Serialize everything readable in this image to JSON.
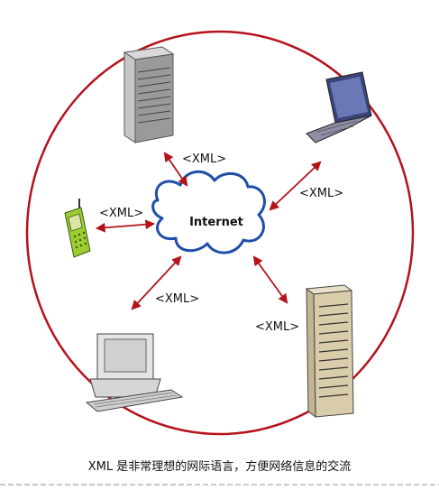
{
  "diagram": {
    "hub": {
      "label": "Internet"
    },
    "connection_label": "<XML>",
    "nodes": [
      {
        "id": "server-tower",
        "icon": "server-tower-icon"
      },
      {
        "id": "laptop",
        "icon": "laptop-icon"
      },
      {
        "id": "mobile-phone",
        "icon": "mobile-phone-icon"
      },
      {
        "id": "desktop-pc",
        "icon": "desktop-computer-icon"
      },
      {
        "id": "rack-server",
        "icon": "rack-server-icon"
      }
    ],
    "colors": {
      "circle": "#b5121b",
      "arrows": "#b5121b",
      "cloud": "#1f4ea8"
    }
  },
  "caption": "XML 是非常理想的网际语言，方便网络信息的交流"
}
